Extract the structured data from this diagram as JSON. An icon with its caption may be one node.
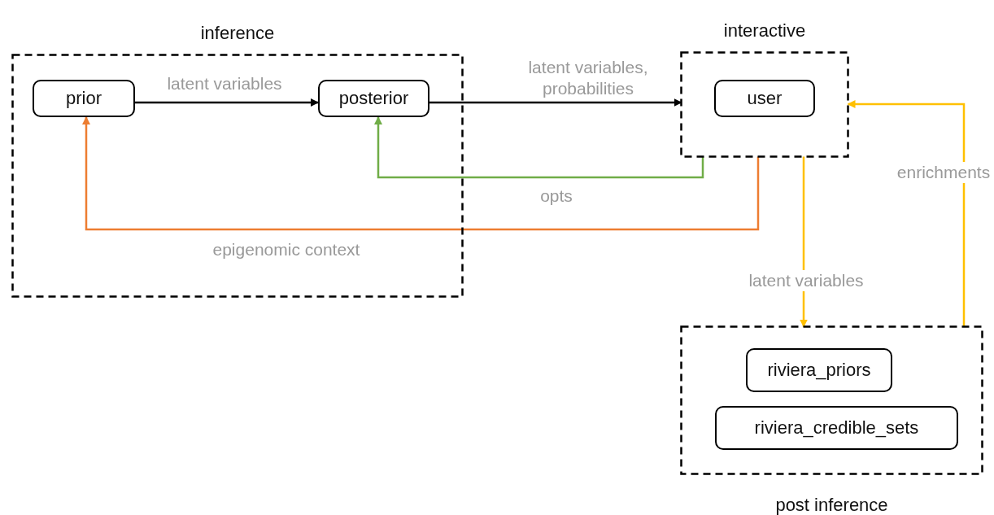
{
  "diagram": {
    "nodes": [
      {
        "text": [
          "inference"
        ]
      },
      {
        "text": [
          "prior"
        ],
        "in": 0
      },
      {
        "text": [
          "posterior"
        ],
        "in": 0
      },
      {
        "text": [
          "interactive"
        ]
      },
      {
        "text": [
          "user"
        ],
        "in": 3
      },
      {
        "text": [
          "post inference"
        ]
      },
      {
        "text": [
          "riviera_priors"
        ],
        "in": 5
      },
      {
        "text": [
          "riviera_credible_sets"
        ],
        "in": 5
      }
    ],
    "edges": [
      {
        "from": 1,
        "to": 2,
        "arrow": "to",
        "label": "latent variables"
      },
      {
        "from": 2,
        "to": 3,
        "arrow": "to",
        "label": "latent variables, probabilities"
      },
      {
        "from": 3,
        "to": 2,
        "arrow": "to",
        "label": "opts",
        "color": "#70ad47"
      },
      {
        "from": 3,
        "to": 1,
        "arrow": "to",
        "label": "epigenomic context",
        "color": "#ed7d31"
      },
      {
        "from": 3,
        "to": 5,
        "arrow": "to",
        "label": "latent variables",
        "color": "#ffc000"
      },
      {
        "from": 5,
        "to": 3,
        "arrow": "to",
        "label": "enrichments",
        "color": "#ffc000"
      }
    ]
  }
}
